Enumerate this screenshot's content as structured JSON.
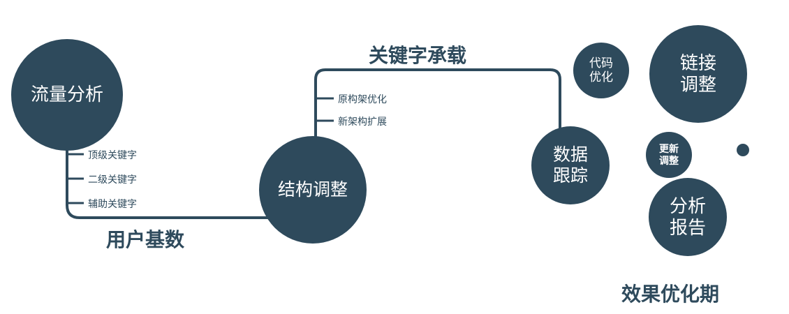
{
  "colors": {
    "node_fill": "#2e4a5c",
    "node_text": "#ffffff",
    "line": "#2e4a5c",
    "label_text": "#2e4a5c"
  },
  "nodes": {
    "traffic": {
      "label": "流量分析"
    },
    "structure": {
      "label": "结构调整"
    },
    "tracking": {
      "label": "数据\n跟踪"
    },
    "code": {
      "label": "代码\n优化"
    },
    "link": {
      "label": "链接\n调整"
    },
    "update": {
      "label": "更新\n调整"
    },
    "report": {
      "label": "分析\n报告"
    }
  },
  "edge_labels": {
    "user_base": "用户基数",
    "keyword_carry": "关键字承载"
  },
  "branches": {
    "traffic": [
      "顶级关键字",
      "二级关键字",
      "辅助关键字"
    ],
    "structure": [
      "原构架优化",
      "新架构扩展"
    ]
  },
  "caption": "效果优化期"
}
